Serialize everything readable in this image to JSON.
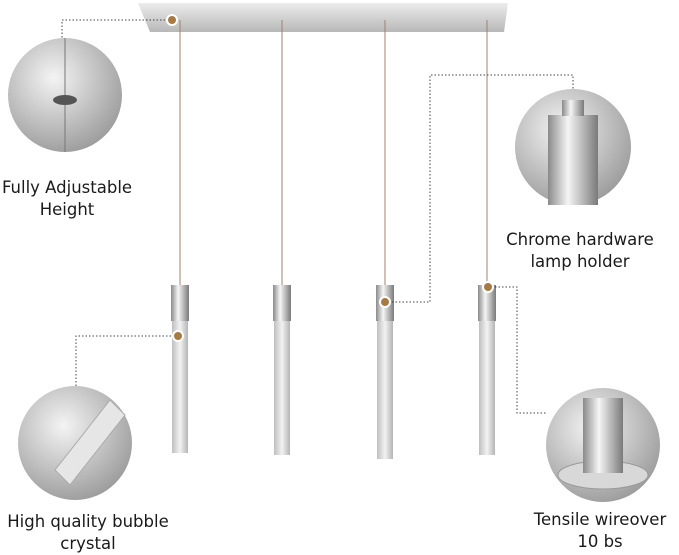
{
  "callouts": {
    "adjustable": {
      "line1": "Fully Adjustable",
      "line2": "Height"
    },
    "holder": {
      "line1": "Chrome hardware",
      "line2": "lamp holder"
    },
    "crystal": {
      "line1": "High quality bubble",
      "line2": "crystal"
    },
    "wire": {
      "line1": "Tensile wireover",
      "line2": "10 bs"
    }
  },
  "colors": {
    "marker": "#a77a43",
    "leader": "#444444",
    "chrome": "#c8c8c8"
  }
}
